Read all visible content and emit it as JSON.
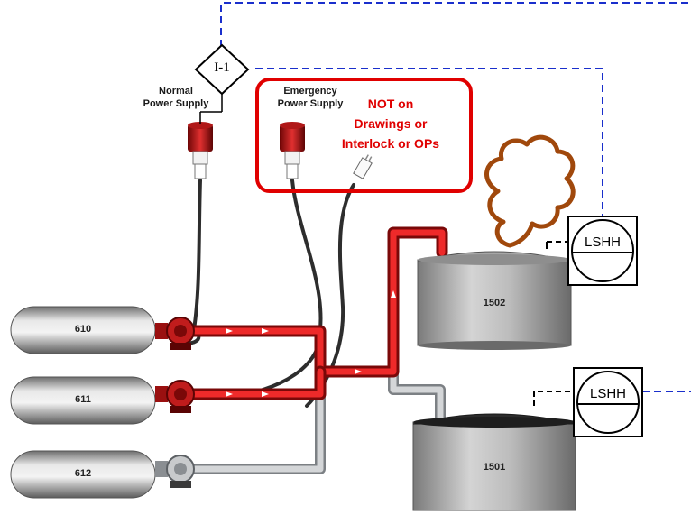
{
  "interlock": {
    "tag": "I-1"
  },
  "supplies": {
    "normal": {
      "label": "Normal\nPower Supply"
    },
    "emergency": {
      "label": "Emergency\nPower Supply"
    }
  },
  "callout": {
    "text": "NOT on\nDrawings or\nInterlock or OPs",
    "color": "#e00000"
  },
  "vessels": {
    "horizontal": [
      "610",
      "611",
      "612"
    ],
    "tanks": [
      "1502",
      "1501"
    ]
  },
  "instruments": [
    {
      "tag": "LSHH"
    },
    {
      "tag": "LSHH"
    }
  ],
  "colors": {
    "active_flow": "#e02020",
    "signal_line": "#1a2fcc",
    "vapor_cloud": "#a0480c",
    "inactive_pipe": "#b8bcc0"
  }
}
